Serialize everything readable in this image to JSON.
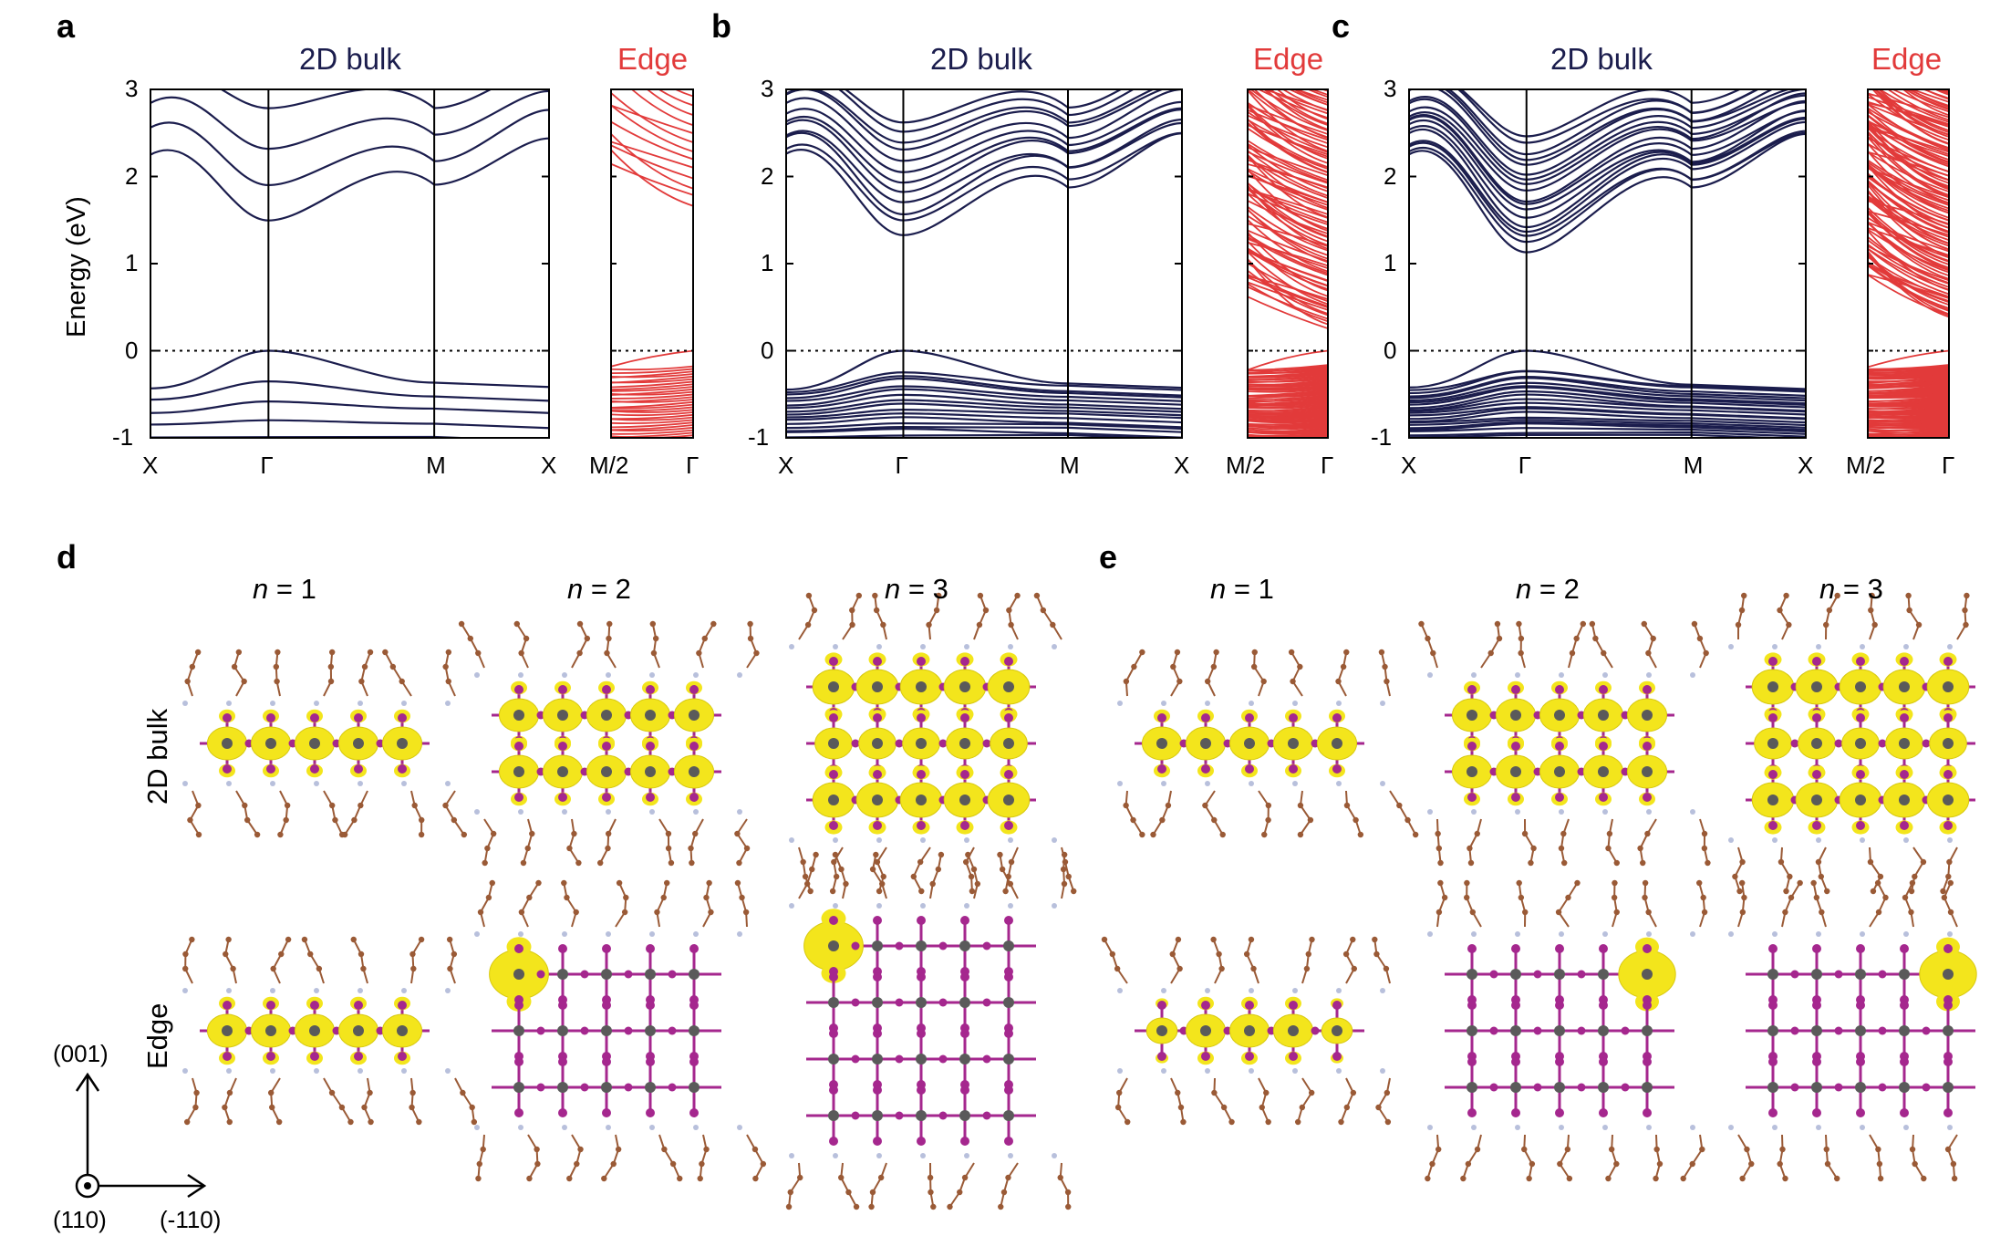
{
  "figure": {
    "panels": {
      "a": {
        "label": "a",
        "bulk_title": "2D bulk",
        "edge_title": "Edge"
      },
      "b": {
        "label": "b",
        "bulk_title": "2D bulk",
        "edge_title": "Edge"
      },
      "c": {
        "label": "c",
        "bulk_title": "2D bulk",
        "edge_title": "Edge"
      },
      "d": {
        "label": "d"
      },
      "e": {
        "label": "e"
      }
    },
    "ylabel": "Energy (eV)",
    "yticks": [
      "3",
      "2",
      "1",
      "0",
      "-1"
    ],
    "bulk_kpoints": [
      "X",
      "Γ",
      "M",
      "X"
    ],
    "edge_kpoints": [
      "M/2",
      "Γ"
    ],
    "n_labels": {
      "n1": "= 1",
      "n2": "= 2",
      "n3": "= 3",
      "n": "n"
    },
    "row_labels": {
      "bulk": "2D bulk",
      "edge": "Edge"
    },
    "axes_legend": {
      "up": "(001)",
      "out": "(110)",
      "right": "(-110)"
    },
    "colors": {
      "bulk_bands": "#1b1d4d",
      "edge_bands": "#e23a3a",
      "isosurface": "#f3e51c",
      "iodide": "#a5278e",
      "lead": "#5a5a5a",
      "carbon": "#9a5a36",
      "nitrogen": "#b8c0dc"
    }
  },
  "chart_data": [
    {
      "type": "line",
      "panel": "a",
      "title": "2D bulk",
      "ylabel": "Energy (eV)",
      "ylim": [
        -1,
        3
      ],
      "x_kpoints": [
        "X",
        "Γ",
        "M",
        "X"
      ],
      "fermi_level": 0,
      "series_summary": {
        "conduction_band_minimum": {
          "k": "Γ",
          "E": 1.42
        },
        "valence_band_maximum": {
          "k": "Γ",
          "E": 0.0
        }
      }
    },
    {
      "type": "line",
      "panel": "a-edge",
      "title": "Edge",
      "ylim": [
        -1,
        3
      ],
      "x_kpoints": [
        "M/2",
        "Γ"
      ],
      "edge_gap": {
        "cbm": 1.65,
        "vbm": 0.0
      }
    },
    {
      "type": "line",
      "panel": "b",
      "title": "2D bulk",
      "ylim": [
        -1,
        3
      ],
      "x_kpoints": [
        "X",
        "Γ",
        "M",
        "X"
      ],
      "fermi_level": 0,
      "series_summary": {
        "conduction_band_minimum": {
          "k": "Γ",
          "E": 1.3
        },
        "valence_band_maximum": {
          "k": "Γ",
          "E": 0.0
        }
      }
    },
    {
      "type": "line",
      "panel": "b-edge",
      "title": "Edge",
      "ylim": [
        -1,
        3
      ],
      "x_kpoints": [
        "M/2",
        "Γ"
      ],
      "edge_gap": {
        "cbm": 0.25,
        "vbm": 0.0
      }
    },
    {
      "type": "line",
      "panel": "c",
      "title": "2D bulk",
      "ylim": [
        -1,
        3
      ],
      "x_kpoints": [
        "X",
        "Γ",
        "M",
        "X"
      ],
      "fermi_level": 0,
      "series_summary": {
        "conduction_band_minimum": {
          "k": "Γ",
          "E": 1.1
        },
        "valence_band_maximum": {
          "k": "Γ",
          "E": 0.0
        }
      }
    },
    {
      "type": "line",
      "panel": "c-edge",
      "title": "Edge",
      "ylim": [
        -1,
        3
      ],
      "x_kpoints": [
        "M/2",
        "Γ"
      ],
      "edge_gap": {
        "cbm": 0.35,
        "vbm": 0.0
      }
    }
  ]
}
